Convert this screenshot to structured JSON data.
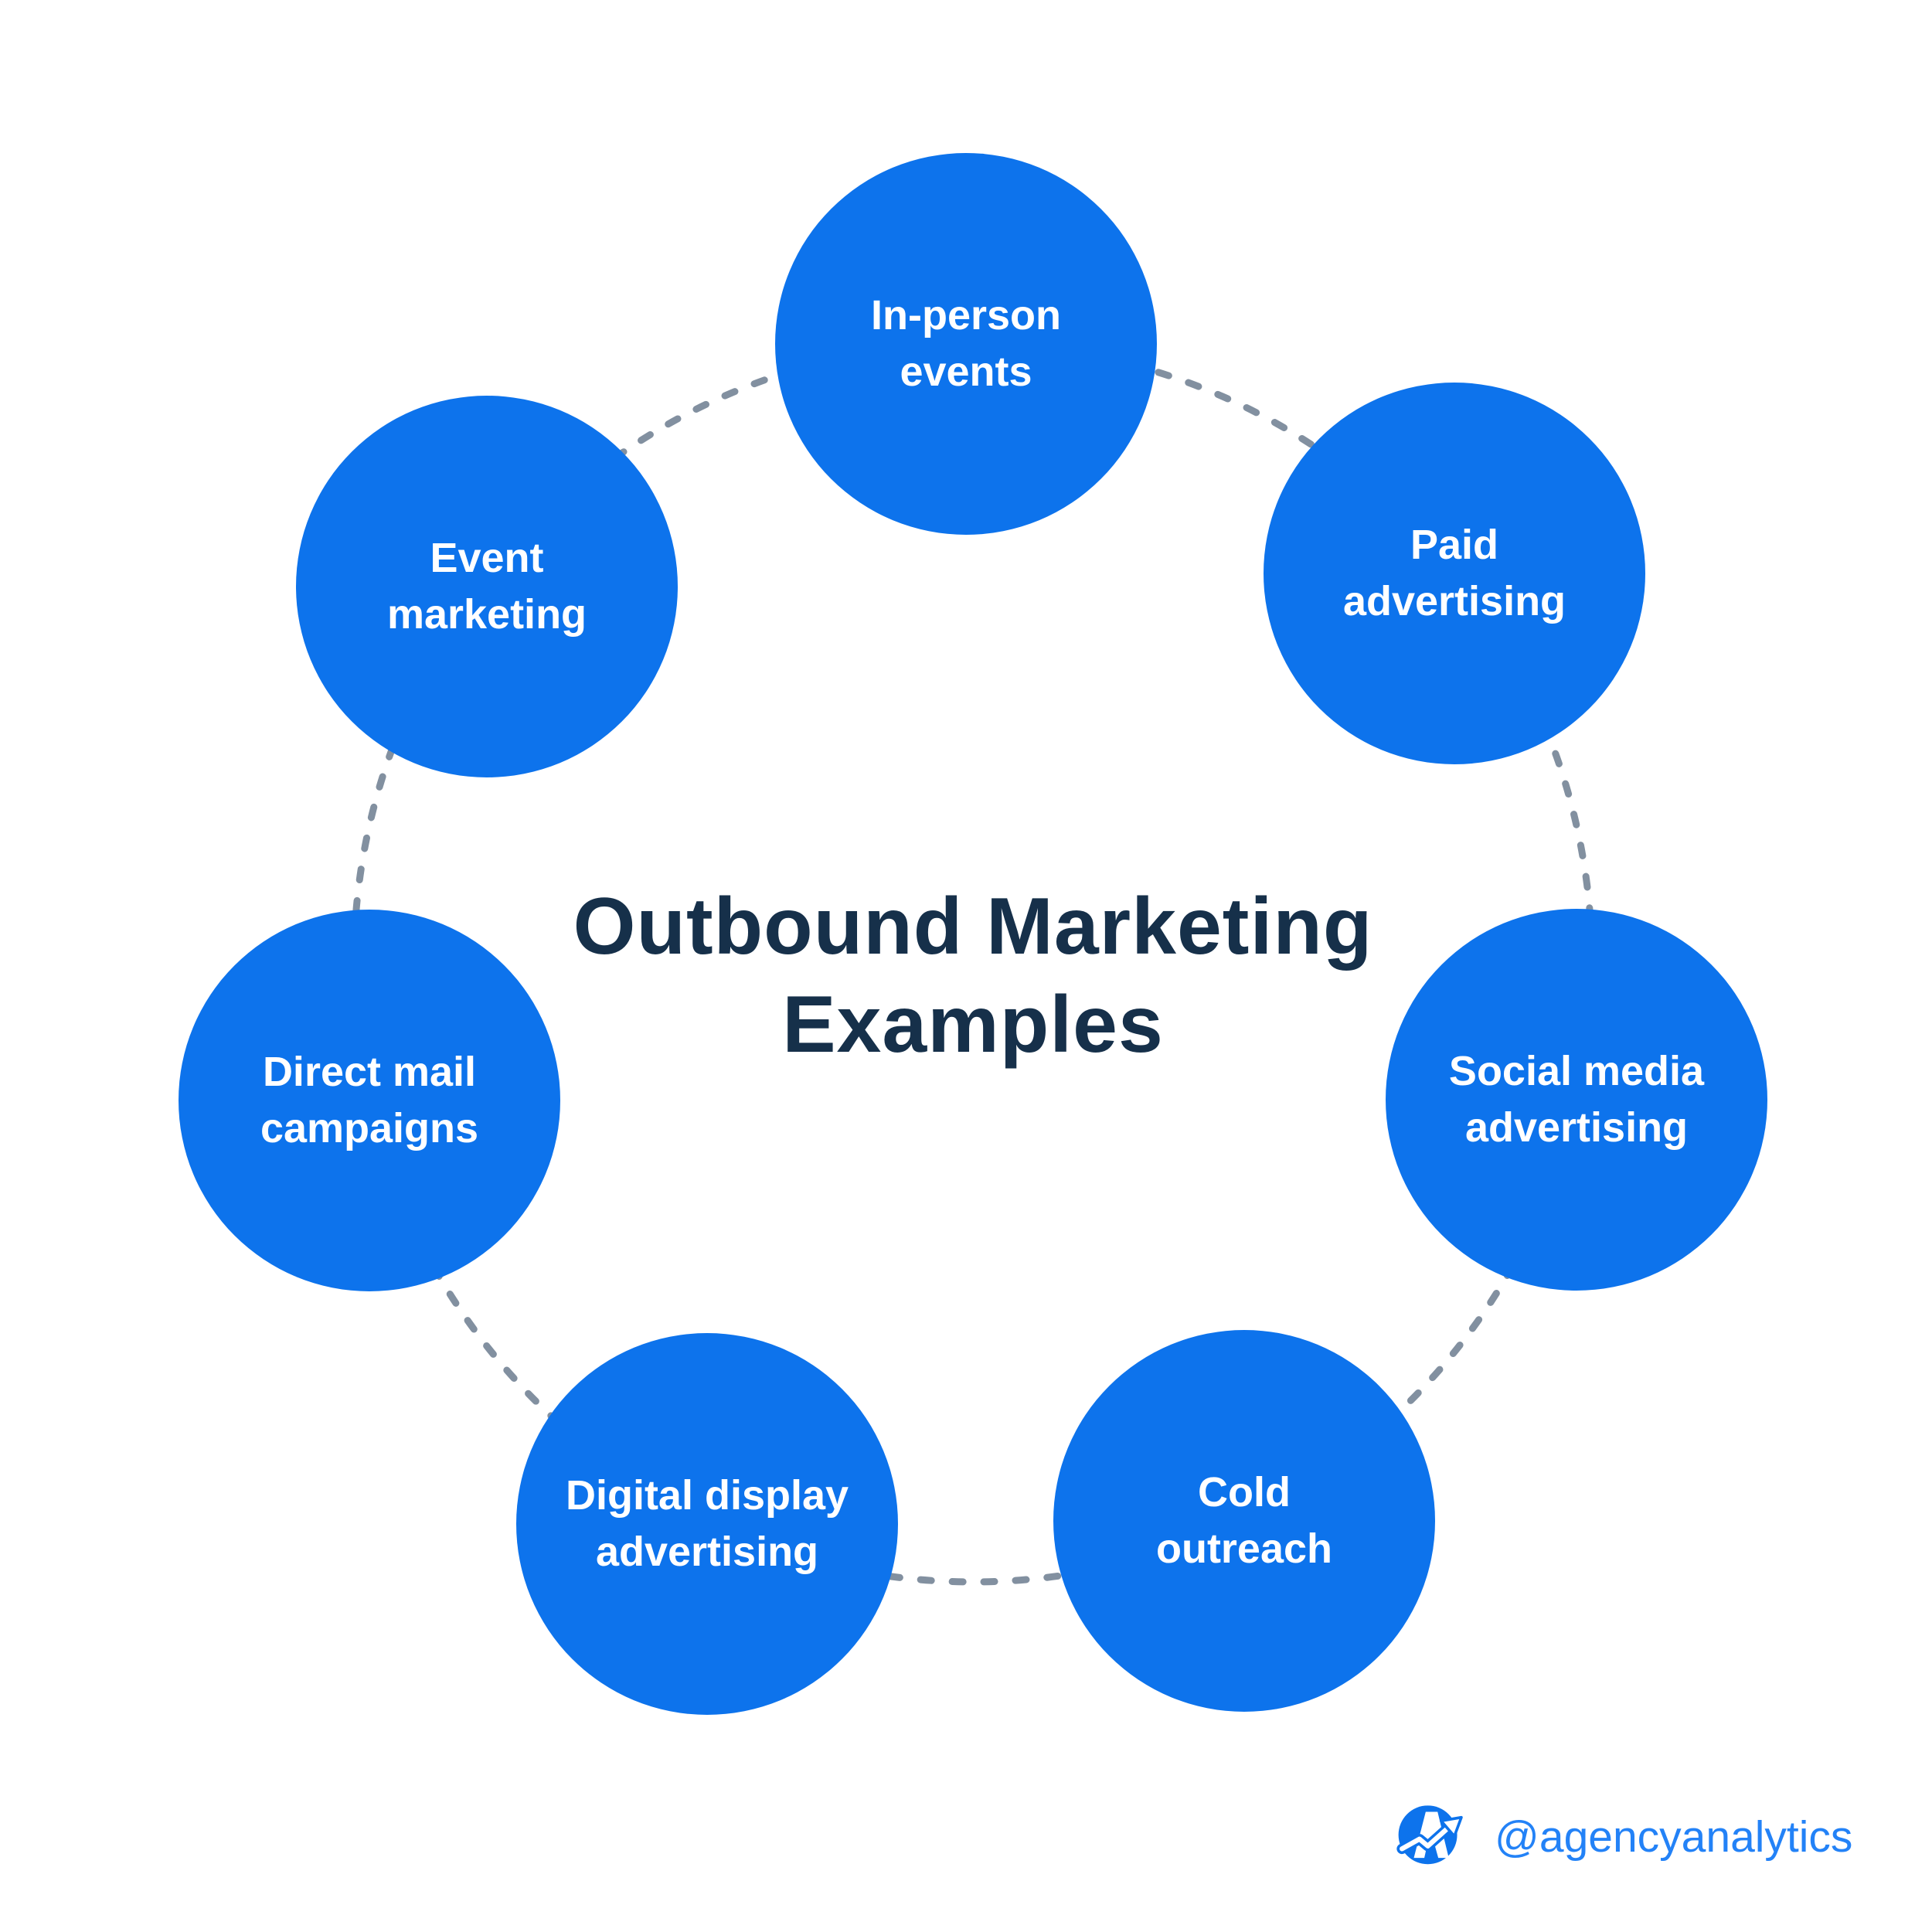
{
  "title": {
    "full": "Outbound Marketing Examples",
    "line1": "Outbound Marketing",
    "line2": "Examples"
  },
  "circles": [
    {
      "id": "in-person-events",
      "label": "In-person events",
      "lines": [
        "In-person",
        "events"
      ]
    },
    {
      "id": "paid-advertising",
      "label": "Paid advertising",
      "lines": [
        "Paid",
        "advertising"
      ]
    },
    {
      "id": "social-media-advertising",
      "label": "Social media advertising",
      "lines": [
        "Social media",
        "advertising"
      ]
    },
    {
      "id": "cold-outreach",
      "label": "Cold outreach",
      "lines": [
        "Cold",
        "outreach"
      ]
    },
    {
      "id": "digital-display-advertising",
      "label": "Digital display advertising",
      "lines": [
        "Digital display",
        "advertising"
      ]
    },
    {
      "id": "direct-mail-campaigns",
      "label": "Direct mail campaigns",
      "lines": [
        "Direct mail",
        "campaigns"
      ]
    },
    {
      "id": "event-marketing",
      "label": "Event marketing",
      "lines": [
        "Event",
        "marketing"
      ]
    }
  ],
  "footer": {
    "handle": "@agencyanalytics",
    "logo": "agencyanalytics-logo"
  },
  "colors": {
    "circle_blue": "#0D73EC",
    "title_navy": "#16304A",
    "dash_gray": "#8290A0",
    "handle_blue": "#2382F7",
    "background": "#FFFFFF"
  }
}
